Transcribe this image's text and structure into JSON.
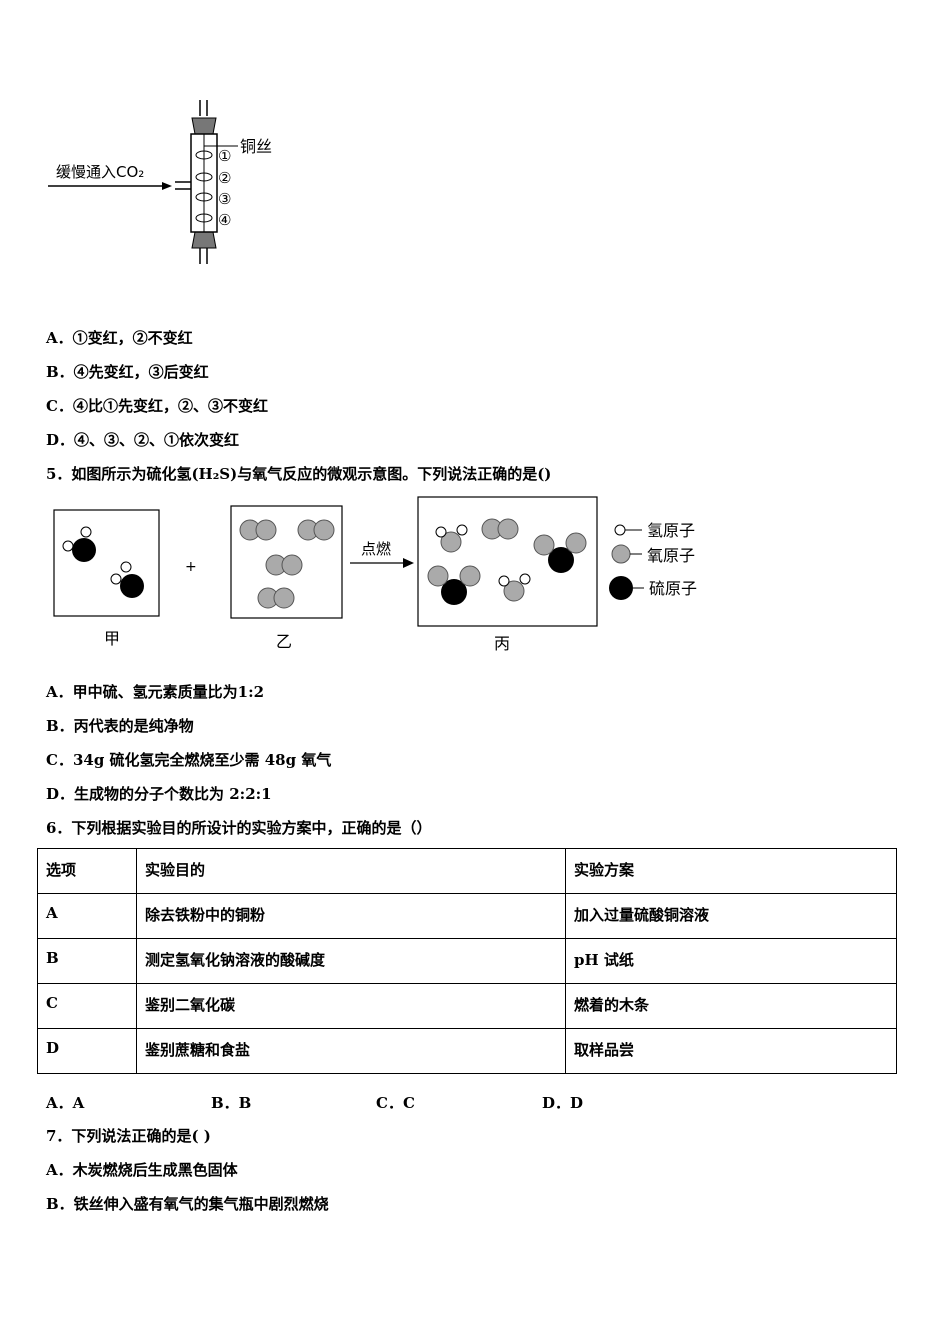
{
  "figure1": {
    "inlet_label": "缓慢通入CO₂",
    "wire_label": "铜丝",
    "markers": [
      "①",
      "②",
      "③",
      "④"
    ]
  },
  "q4_options": [
    "A．①变红，②不变红",
    "B．④先变红，③后变红",
    "C．④比①先变红，②、③不变红",
    "D．④、③、②、①依次变红"
  ],
  "q5": {
    "stem": "5．如图所示为硫化氢(H₂S)与氧气反应的微观示意图。下列说法正确的是()",
    "figure": {
      "box_labels": [
        "甲",
        "乙",
        "丙"
      ],
      "plus": "+",
      "arrow_label": "点燃",
      "legend": [
        "氢原子",
        "氧原子",
        "硫原子"
      ]
    },
    "options": [
      "A．甲中硫、氢元素质量比为1:2",
      "B．丙代表的是纯净物",
      "C．34g 硫化氢完全燃烧至少需 48g 氧气",
      "D．生成物的分子个数比为 2:2:1"
    ]
  },
  "q6": {
    "stem": "6．下列根据实验目的所设计的实验方案中，正确的是（）",
    "table": {
      "headers": [
        "选项",
        "实验目的",
        "实验方案"
      ],
      "rows": [
        [
          "A",
          "除去铁粉中的铜粉",
          "加入过量硫酸铜溶液"
        ],
        [
          "B",
          "测定氢氧化钠溶液的酸碱度",
          "pH 试纸"
        ],
        [
          "C",
          "鉴别二氧化碳",
          "燃着的木条"
        ],
        [
          "D",
          "鉴别蔗糖和食盐",
          "取样品尝"
        ]
      ]
    },
    "options": [
      "A．A",
      "B．B",
      "C．C",
      "D．D"
    ]
  },
  "q7": {
    "stem": "7．下列说法正确的是( )",
    "options": [
      "A．木炭燃烧后生成黑色固体",
      "B．铁丝伸入盛有氧气的集气瓶中剧烈燃烧"
    ]
  }
}
